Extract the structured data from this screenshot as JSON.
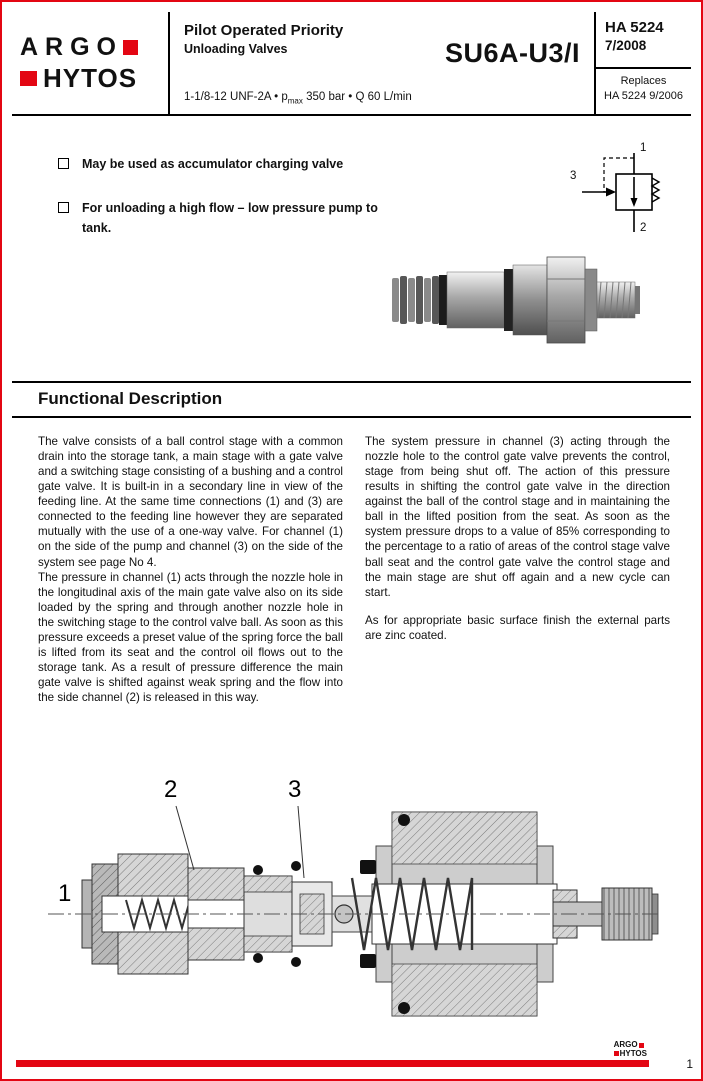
{
  "colors": {
    "accent_red": "#e30613",
    "text": "#111111"
  },
  "header": {
    "logo_line1": "ARGO",
    "logo_line2": "HYTOS",
    "title_line1": "Pilot Operated Priority",
    "title_line2": "Unloading Valves",
    "spec_part1": "1-1/8-12 UNF-2A  •  p",
    "spec_sub": "max",
    "spec_part2": " 350 bar  •  Q 60 L/min",
    "model": "SU6A-U3/I",
    "doc_number": "HA 5224",
    "doc_date": "7/2008",
    "replaces_label": "Replaces",
    "replaces_value": "HA 5224  9/2006"
  },
  "features": [
    {
      "text": "May be used as accumulator charging valve"
    },
    {
      "text": "For unloading a high flow – low pressure pump to tank."
    }
  ],
  "symbol_labels": {
    "port1": "1",
    "port2": "2",
    "port3": "3"
  },
  "functional_description": {
    "heading": "Functional Description",
    "left_paragraphs": [
      "The valve consists of a ball control stage with a common drain into the storage tank, a main stage with a gate valve and a switching stage consisting of a bushing and a control gate valve. It is built-in in a secondary line in view of the feeding line. At the same time connections (1) and (3) are connected to the feeding line however they are separated mutually with the use of a one-way valve. For channel (1) on the side of the pump and channel (3) on the side of the system see page No 4.",
      "The pressure in channel (1) acts through the nozzle hole in the longitudinal axis of the main gate valve also on its side loaded by the spring and through another nozzle hole in the switching stage to the control valve ball. As soon as this pressure exceeds a preset value of the spring force the ball is lifted from its seat and the control oil flows out to the storage tank. As a result of pressure difference the main gate valve is shifted against weak spring and the flow into the side channel (2) is released in this way."
    ],
    "right_paragraphs": [
      "The system pressure in channel (3) acting through the nozzle hole to the control gate valve prevents the control, stage from being shut off. The action of this pressure results in shifting the control gate valve in the direction against the ball of the control stage and in maintaining the ball in the lifted position from the seat. As soon as the system pressure drops to a value of 85% corresponding to the percentage to a ratio of areas of the control stage valve ball seat and the control gate valve the control stage and the main stage are shut off again and a new cycle can start.",
      "As for appropriate basic surface finish the external parts are zinc coated."
    ]
  },
  "drawing_labels": {
    "port1": "1",
    "port2": "2",
    "port3": "3"
  },
  "footer": {
    "logo_line1": "ARGO",
    "logo_line2": "HYTOS",
    "page_number": "1"
  }
}
